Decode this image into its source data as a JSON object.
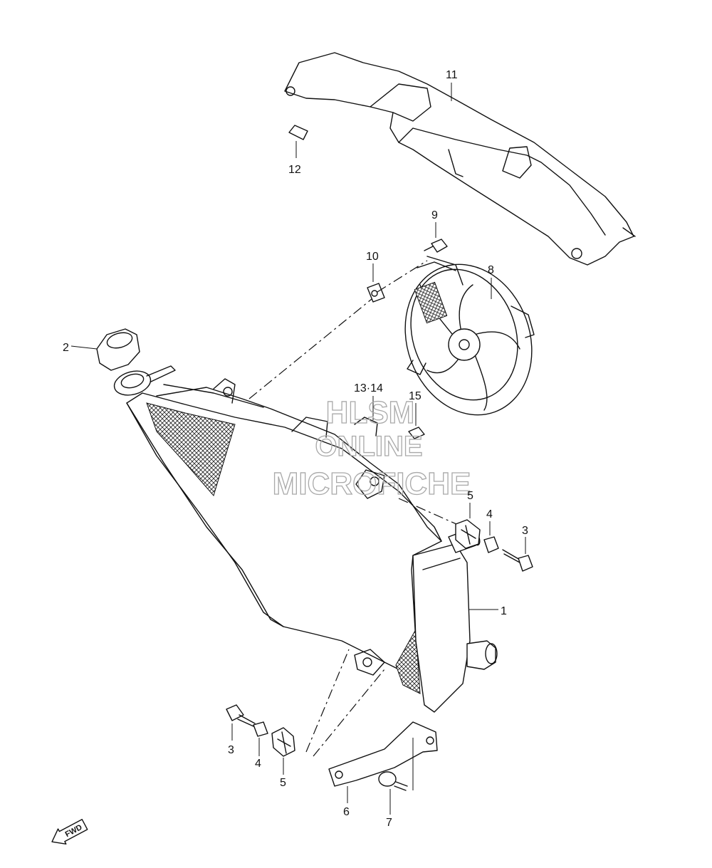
{
  "labels": {
    "p1": "1",
    "p2": "2",
    "p3a": "3",
    "p3b": "3",
    "p4a": "4",
    "p4b": "4",
    "p5a": "5",
    "p5b": "5",
    "p6": "6",
    "p7": "7",
    "p8": "8",
    "p9": "9",
    "p10": "10",
    "p11": "11",
    "p12": "12",
    "p1314": "13·14",
    "p15": "15"
  },
  "watermark": {
    "line1": "HLSM",
    "line2": "ONLINE",
    "line3": "MICROFICHE"
  },
  "fwd": "FWD"
}
